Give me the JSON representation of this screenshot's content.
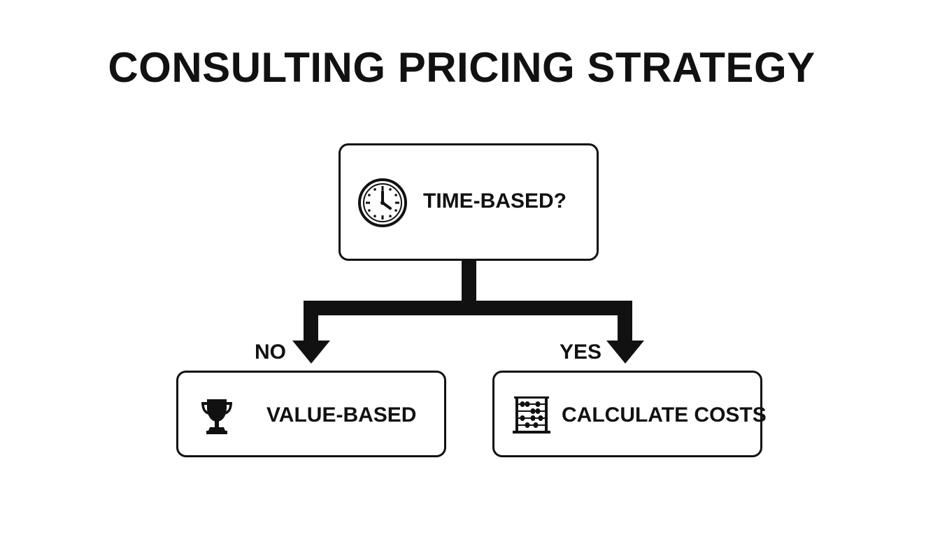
{
  "title": "CONSULTING PRICING STRATEGY",
  "nodes": {
    "root": {
      "label": "TIME-BASED?",
      "icon": "clock-icon"
    },
    "no": {
      "label": "VALUE-BASED",
      "icon": "trophy-icon"
    },
    "yes": {
      "label": "CALCULATE COSTS",
      "icon": "abacus-icon"
    }
  },
  "branches": {
    "no": "NO",
    "yes": "YES"
  },
  "colors": {
    "ink": "#111111",
    "background": "#ffffff"
  }
}
